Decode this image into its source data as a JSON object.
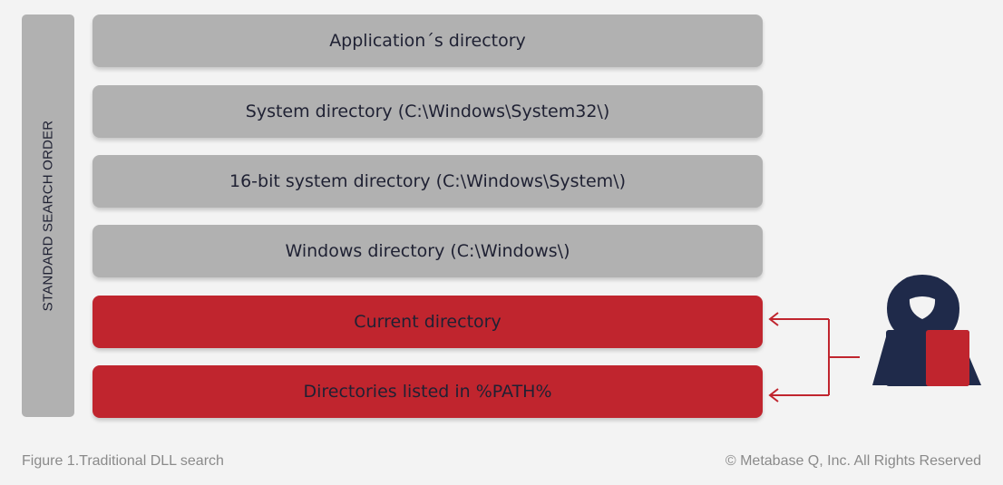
{
  "diagram": {
    "side_label": "STANDARD SEARCH ORDER",
    "rows": [
      {
        "label": "Application´s directory",
        "highlight": false
      },
      {
        "label": "System directory (C:\\Windows\\System32\\)",
        "highlight": false
      },
      {
        "label": "16-bit system directory (C:\\Windows\\System\\)",
        "highlight": false
      },
      {
        "label": "Windows directory (C:\\Windows\\)",
        "highlight": false
      },
      {
        "label": "Current directory",
        "highlight": true
      },
      {
        "label": "Directories listed in %PATH%",
        "highlight": true
      }
    ],
    "attacker_icon": "hooded-hacker-icon"
  },
  "footer": {
    "caption": "Figure 1.Traditional DLL search",
    "copyright": "© Metabase Q, Inc. All Rights Reserved"
  },
  "colors": {
    "gray_box": "#b1b1b1",
    "red_box": "#c0252e",
    "navy": "#1f2a4a",
    "background": "#f3f3f3"
  }
}
